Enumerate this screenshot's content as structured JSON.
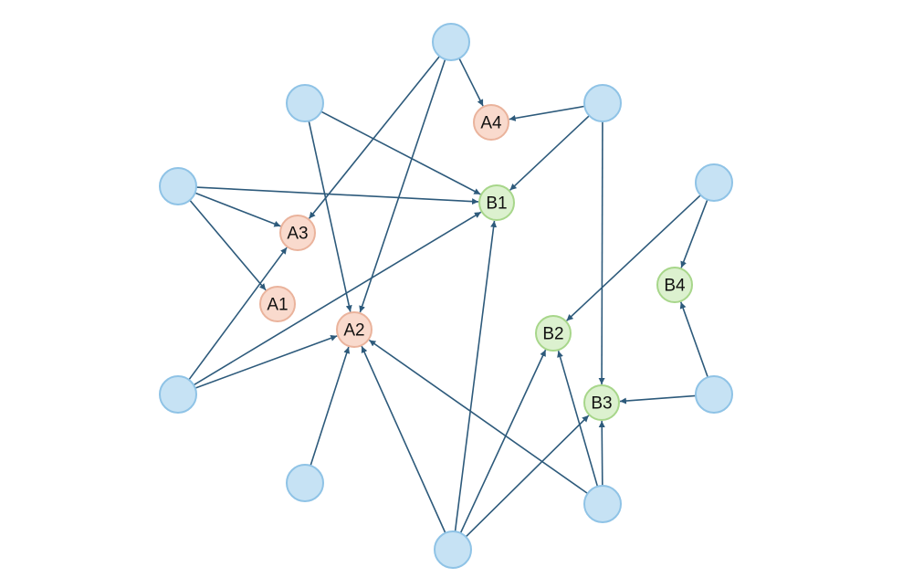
{
  "diagram": {
    "colors": {
      "blank_fill": "#c6e2f4",
      "blank_stroke": "#8fc3e6",
      "a_fill": "#f9dacd",
      "a_stroke": "#eab39c",
      "b_fill": "#dcf1cf",
      "b_stroke": "#a7d68a",
      "edge": "#2d5a7b"
    },
    "nodes": [
      {
        "id": "n1",
        "label": ""
      },
      {
        "id": "n2",
        "label": ""
      },
      {
        "id": "n3",
        "label": ""
      },
      {
        "id": "n4",
        "label": ""
      },
      {
        "id": "n5",
        "label": ""
      },
      {
        "id": "n6",
        "label": ""
      },
      {
        "id": "n7",
        "label": ""
      },
      {
        "id": "n8",
        "label": ""
      },
      {
        "id": "n9",
        "label": ""
      },
      {
        "id": "n10",
        "label": ""
      },
      {
        "id": "A1",
        "label": "A1"
      },
      {
        "id": "A2",
        "label": "A2"
      },
      {
        "id": "A3",
        "label": "A3"
      },
      {
        "id": "A4",
        "label": "A4"
      },
      {
        "id": "B1",
        "label": "B1"
      },
      {
        "id": "B2",
        "label": "B2"
      },
      {
        "id": "B3",
        "label": "B3"
      },
      {
        "id": "B4",
        "label": "B4"
      }
    ],
    "edges": [
      {
        "from": "n1",
        "to": "A4"
      },
      {
        "from": "n1",
        "to": "A3"
      },
      {
        "from": "n1",
        "to": "A2"
      },
      {
        "from": "n2",
        "to": "B1"
      },
      {
        "from": "n2",
        "to": "A2"
      },
      {
        "from": "n3",
        "to": "A4"
      },
      {
        "from": "n3",
        "to": "B1"
      },
      {
        "from": "n3",
        "to": "B3"
      },
      {
        "from": "n4",
        "to": "B1"
      },
      {
        "from": "n4",
        "to": "A3"
      },
      {
        "from": "n4",
        "to": "A1"
      },
      {
        "from": "n5",
        "to": "B4"
      },
      {
        "from": "n5",
        "to": "B2"
      },
      {
        "from": "n6",
        "to": "A3"
      },
      {
        "from": "n6",
        "to": "B1"
      },
      {
        "from": "n6",
        "to": "A2"
      },
      {
        "from": "n7",
        "to": "A2"
      },
      {
        "from": "n8",
        "to": "B1"
      },
      {
        "from": "n8",
        "to": "A2"
      },
      {
        "from": "n8",
        "to": "B2"
      },
      {
        "from": "n8",
        "to": "B3"
      },
      {
        "from": "n9",
        "to": "A2"
      },
      {
        "from": "n9",
        "to": "B2"
      },
      {
        "from": "n9",
        "to": "B3"
      },
      {
        "from": "n10",
        "to": "B3"
      },
      {
        "from": "n10",
        "to": "B4"
      }
    ]
  }
}
